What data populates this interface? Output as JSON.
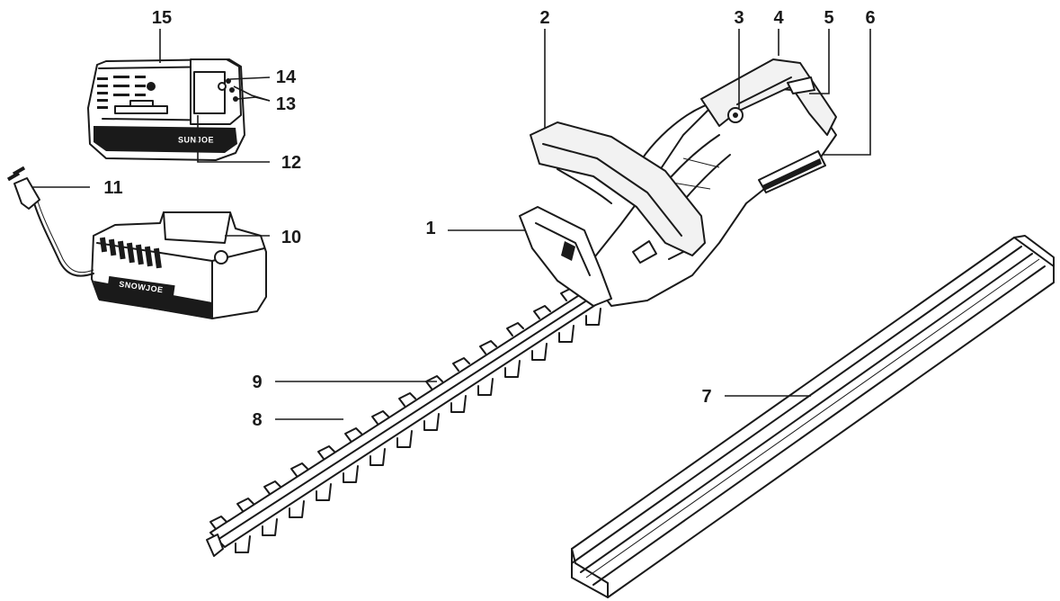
{
  "callouts": {
    "c1": "1",
    "c2": "2",
    "c3": "3",
    "c4": "4",
    "c5": "5",
    "c6": "6",
    "c7": "7",
    "c8": "8",
    "c9": "9",
    "c10": "10",
    "c11": "11",
    "c12": "12",
    "c13": "13",
    "c14": "14",
    "c15": "15"
  },
  "branding": {
    "battery_label": "SUNJOE",
    "charger_label": "SNOWJOE"
  }
}
